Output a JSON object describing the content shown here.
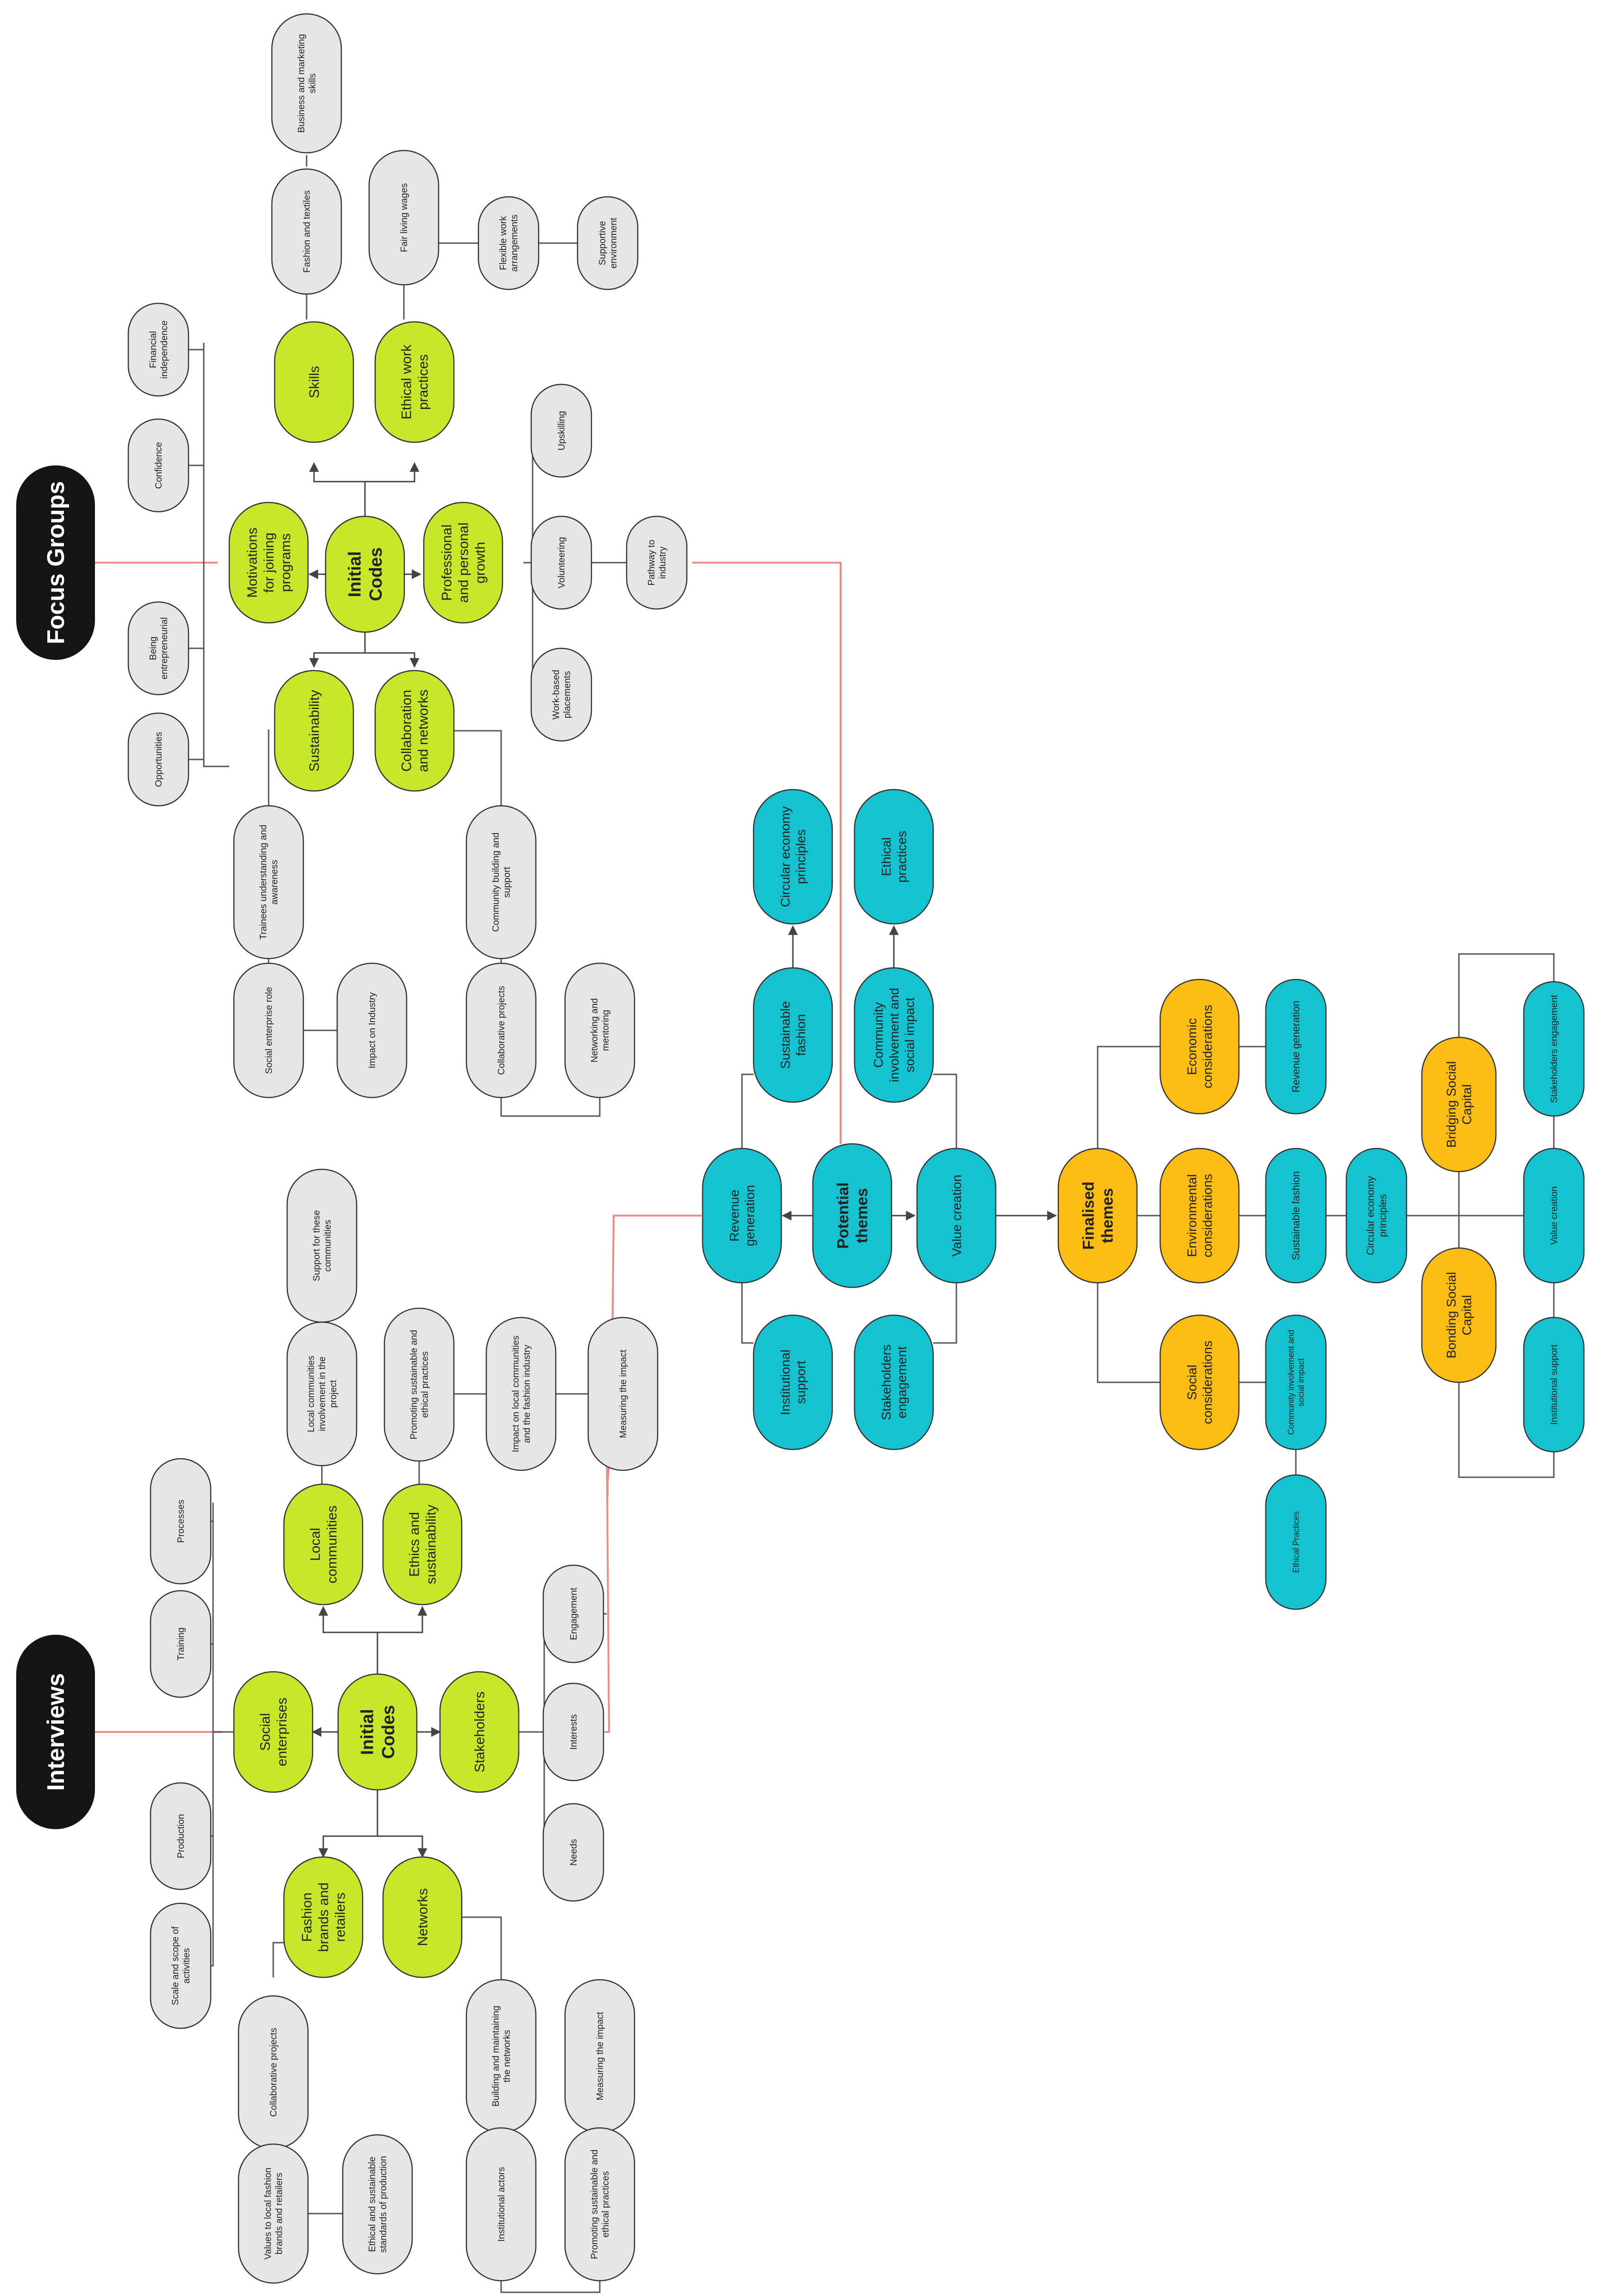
{
  "colors": {
    "green": "#c5e82a",
    "teal": "#14c3cf",
    "orange": "#fbbd13",
    "grey": "#e6e6e6",
    "black": "#141414",
    "red_line": "#f08b80",
    "line": "#555555"
  },
  "headers": [
    {
      "id": "fg",
      "label": "Focus Groups"
    },
    {
      "id": "iv",
      "label": "Interviews"
    }
  ],
  "nodes": [
    {
      "id": "fg-initial",
      "label": "Initial Codes",
      "color": "green",
      "bold": true
    },
    {
      "id": "fg-motiv",
      "label": "Motivations for joining programs",
      "color": "green"
    },
    {
      "id": "fg-skills",
      "label": "Skills",
      "color": "green"
    },
    {
      "id": "fg-ethwork",
      "label": "Ethical work practices",
      "color": "green"
    },
    {
      "id": "fg-prof",
      "label": "Professional and personal growth",
      "color": "green"
    },
    {
      "id": "fg-sust",
      "label": "Sustainability",
      "color": "green"
    },
    {
      "id": "fg-collab",
      "label": "Collaboration and networks",
      "color": "green"
    },
    {
      "id": "fg-finind",
      "label": "Financial independence",
      "color": "grey"
    },
    {
      "id": "fg-conf",
      "label": "Confidence",
      "color": "grey"
    },
    {
      "id": "fg-entre",
      "label": "Being entrepreneurial",
      "color": "grey"
    },
    {
      "id": "fg-opp",
      "label": "Opportunities",
      "color": "grey"
    },
    {
      "id": "fg-bizmkt",
      "label": "Business and marketing skills",
      "color": "grey"
    },
    {
      "id": "fg-fashtex",
      "label": "Fashion and textiles",
      "color": "grey"
    },
    {
      "id": "fg-fairwage",
      "label": "Fair living wages",
      "color": "grey"
    },
    {
      "id": "fg-flex",
      "label": "Flexible work arrangements",
      "color": "grey"
    },
    {
      "id": "fg-suppenv",
      "label": "Supportive environment",
      "color": "grey"
    },
    {
      "id": "fg-upskill",
      "label": "Upskilling",
      "color": "grey"
    },
    {
      "id": "fg-volun",
      "label": "Volunteering",
      "color": "grey"
    },
    {
      "id": "fg-path",
      "label": "Pathway to industry",
      "color": "grey"
    },
    {
      "id": "fg-work",
      "label": "Work-based placements",
      "color": "grey"
    },
    {
      "id": "fg-trainee",
      "label": "Trainees understanding and awareness",
      "color": "grey"
    },
    {
      "id": "fg-serole",
      "label": "Social enterprise role",
      "color": "grey"
    },
    {
      "id": "fg-impind",
      "label": "Impact on Industry",
      "color": "grey"
    },
    {
      "id": "fg-commb",
      "label": "Community building and support",
      "color": "grey"
    },
    {
      "id": "fg-collproj",
      "label": "Collaborative projects",
      "color": "grey"
    },
    {
      "id": "fg-netment",
      "label": "Networking and mentoring",
      "color": "grey"
    },
    {
      "id": "iv-initial",
      "label": "Initial Codes",
      "color": "green",
      "bold": true
    },
    {
      "id": "iv-socent",
      "label": "Social enterprises",
      "color": "green"
    },
    {
      "id": "iv-localcom",
      "label": "Local communities",
      "color": "green"
    },
    {
      "id": "iv-ethsust",
      "label": "Ethics and sustainability",
      "color": "green"
    },
    {
      "id": "iv-stake",
      "label": "Stakeholders",
      "color": "green"
    },
    {
      "id": "iv-fashbr",
      "label": "Fashion brands and retailers",
      "color": "green"
    },
    {
      "id": "iv-netw",
      "label": "Networks",
      "color": "green"
    },
    {
      "id": "iv-proc",
      "label": "Processes",
      "color": "grey"
    },
    {
      "id": "iv-train",
      "label": "Training",
      "color": "grey"
    },
    {
      "id": "iv-prod",
      "label": "Production",
      "color": "grey"
    },
    {
      "id": "iv-scale",
      "label": "Scale and scope of activities",
      "color": "grey"
    },
    {
      "id": "iv-support",
      "label": "Support for these communities",
      "color": "grey"
    },
    {
      "id": "iv-lcinv",
      "label": "Local communities involvement in the project",
      "color": "grey"
    },
    {
      "id": "iv-promo",
      "label": "Promoting sustainable and ethical practices",
      "color": "grey"
    },
    {
      "id": "iv-impact",
      "label": "Impact on local communities and the fashion industry",
      "color": "grey"
    },
    {
      "id": "iv-measure",
      "label": "Measuring the impact",
      "color": "grey"
    },
    {
      "id": "iv-engage",
      "label": "Engagement",
      "color": "grey"
    },
    {
      "id": "iv-interest",
      "label": "Interests",
      "color": "grey"
    },
    {
      "id": "iv-needs",
      "label": "Needs",
      "color": "grey"
    },
    {
      "id": "iv-collproj",
      "label": "Collaborative projects",
      "color": "grey"
    },
    {
      "id": "iv-values",
      "label": "Values to local fashion brands and retailers",
      "color": "grey"
    },
    {
      "id": "iv-ethstd",
      "label": "Ethical and sustainable standards of production",
      "color": "grey"
    },
    {
      "id": "iv-buildnet",
      "label": "Building and maintaining the networks",
      "color": "grey"
    },
    {
      "id": "iv-measure2",
      "label": "Measuring the impact",
      "color": "grey"
    },
    {
      "id": "iv-instact",
      "label": "Institutional actors",
      "color": "grey"
    },
    {
      "id": "iv-promo2",
      "label": "Promoting sustainable and ethical practices",
      "color": "grey"
    },
    {
      "id": "pt-center",
      "label": "Potential themes",
      "color": "teal",
      "bold": true
    },
    {
      "id": "pt-rev",
      "label": "Revenue generation",
      "color": "teal"
    },
    {
      "id": "pt-val",
      "label": "Value creation",
      "color": "teal"
    },
    {
      "id": "pt-susfash",
      "label": "Sustainable fashion",
      "color": "teal"
    },
    {
      "id": "pt-comm",
      "label": "Community involvement and social impact",
      "color": "teal"
    },
    {
      "id": "pt-inst",
      "label": "Institutional support",
      "color": "teal"
    },
    {
      "id": "pt-stake",
      "label": "Stakeholders engagement",
      "color": "teal"
    },
    {
      "id": "pt-circ",
      "label": "Circular economy principles",
      "color": "teal"
    },
    {
      "id": "pt-ethp",
      "label": "Ethical practices",
      "color": "teal"
    },
    {
      "id": "ft-center",
      "label": "Finalised themes",
      "color": "orange",
      "bold": true
    },
    {
      "id": "ft-econ",
      "label": "Economic considerations",
      "color": "orange"
    },
    {
      "id": "ft-env",
      "label": "Environmental considerations",
      "color": "orange"
    },
    {
      "id": "ft-soc",
      "label": "Social considerations",
      "color": "orange"
    },
    {
      "id": "ft-rev",
      "label": "Revenue generation",
      "color": "teal"
    },
    {
      "id": "ft-susfash",
      "label": "Sustainable fashion",
      "color": "teal"
    },
    {
      "id": "ft-circ",
      "label": "Circular economy principles",
      "color": "teal"
    },
    {
      "id": "ft-comm",
      "label": "Community involvement and social impact",
      "color": "teal"
    },
    {
      "id": "ft-ethp",
      "label": "Ethical Practices",
      "color": "teal"
    },
    {
      "id": "ft-bridge",
      "label": "Bridging Social Capital",
      "color": "orange"
    },
    {
      "id": "ft-bond",
      "label": "Bonding Social Capital",
      "color": "orange"
    },
    {
      "id": "ft-stake",
      "label": "Stakeholders engagement",
      "color": "teal"
    },
    {
      "id": "ft-val",
      "label": "Value creation",
      "color": "teal"
    },
    {
      "id": "ft-inst",
      "label": "Institutional support",
      "color": "teal"
    }
  ]
}
